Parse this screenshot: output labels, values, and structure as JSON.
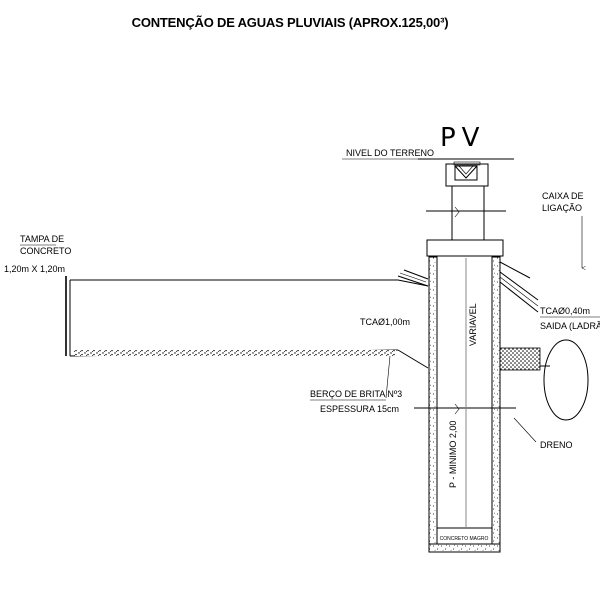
{
  "title": "CONTENÇÃO DE AGUAS PLUVIAIS (APROX.125,00³)",
  "labels": {
    "pv": "PV",
    "nivel_terreno": "NIVEL DO TERRENO",
    "caixa_1": "CAIXA DE",
    "caixa_2": "LIGAÇÃO",
    "tampa_1": "TAMPA DE",
    "tampa_2": "CONCRETO",
    "tampa_3": "1,20m X 1,20m",
    "tca_main": "TCAØ1,00m",
    "variavel": "VARIAVEL",
    "tca_saida": "TCAØ0,40m",
    "saida": "SAIDA (LADRÃO)",
    "berco": "BERÇO DE BRITA Nº3",
    "espessura": "ESPESSURA 15cm",
    "p_minimo": "P - MINIMO 2,00",
    "dreno": "DRENO",
    "concreto_magro": "CONCRETO MAGRO"
  }
}
